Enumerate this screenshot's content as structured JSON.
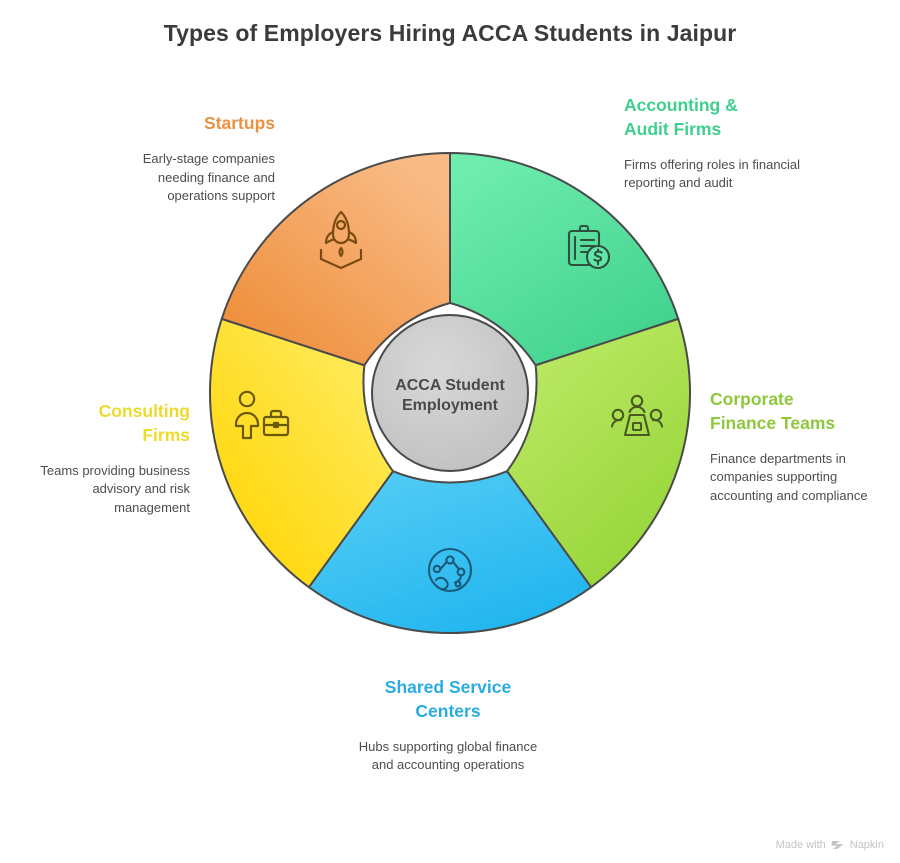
{
  "page": {
    "title": "Types of Employers Hiring ACCA Students in Jaipur",
    "background": "#ffffff"
  },
  "center": {
    "label_line1": "ACCA Student",
    "label_line2": "Employment",
    "fill": "#c8c8c8",
    "text_color": "#4a4a4a"
  },
  "watermark": {
    "prefix": "Made with",
    "brand": "Napkin",
    "icon": "napkin-logo-icon",
    "color": "#c3c3c3"
  },
  "chart_data": {
    "type": "diagram",
    "subtype": "cycle-donut-arrows",
    "title": "Types of Employers Hiring ACCA Students in Jaipur",
    "hub": "ACCA Student Employment",
    "segment_count": 5,
    "segments": [
      {
        "id": "accounting-audit-firms",
        "heading": "Accounting & Audit Firms",
        "description": "Firms offering roles in financial reporting and audit",
        "color": "#5FE8A8",
        "color_dark": "#3FD48F",
        "heading_color": "#3fcf8e",
        "icon": "clipboard-dollar-icon",
        "position": "top-right",
        "start_angle_deg": 0,
        "end_angle_deg": 72
      },
      {
        "id": "corporate-finance-teams",
        "heading": "Corporate Finance Teams",
        "description": "Finance departments in companies supporting accounting and compliance",
        "color": "#B5E85C",
        "color_dark": "#9BD93F",
        "heading_color": "#8fc73e",
        "icon": "team-meeting-icon",
        "position": "right",
        "start_angle_deg": 72,
        "end_angle_deg": 144
      },
      {
        "id": "shared-service-centers",
        "heading": "Shared Service Centers",
        "description": "Hubs supporting global finance and accounting operations",
        "color": "#45C7F2",
        "color_dark": "#24B6EE",
        "heading_color": "#29ace3",
        "icon": "globe-network-icon",
        "position": "bottom",
        "start_angle_deg": 144,
        "end_angle_deg": 216
      },
      {
        "id": "consulting-firms",
        "heading": "Consulting Firms",
        "description": "Teams providing business advisory and risk management",
        "color": "#FFE84D",
        "color_dark": "#FFD800",
        "heading_color": "#eddb2b",
        "icon": "person-briefcase-icon",
        "position": "left",
        "start_angle_deg": 216,
        "end_angle_deg": 288
      },
      {
        "id": "startups",
        "heading": "Startups",
        "description": "Early-stage companies needing finance and operations support",
        "color": "#F7B278",
        "color_dark": "#F08F3C",
        "heading_color": "#eb9142",
        "icon": "rocket-launch-icon",
        "position": "top-left",
        "start_angle_deg": 288,
        "end_angle_deg": 360
      }
    ]
  },
  "nodes": {
    "accounting": {
      "heading_line1": "Accounting &",
      "heading_line2": "Audit Firms",
      "desc": "Firms offering roles in financial reporting and audit"
    },
    "corporate": {
      "heading_line1": "Corporate",
      "heading_line2": "Finance Teams",
      "desc": "Finance departments in companies supporting accounting and compliance"
    },
    "shared": {
      "heading_line1": "Shared Service",
      "heading_line2": "Centers",
      "desc": "Hubs supporting global finance and accounting operations"
    },
    "consulting": {
      "heading_line1": "Consulting",
      "heading_line2": "Firms",
      "desc": "Teams providing business advisory and risk management"
    },
    "startups": {
      "heading_line1": "Startups",
      "heading_line2": "",
      "desc": "Early-stage companies needing finance and operations support"
    }
  }
}
